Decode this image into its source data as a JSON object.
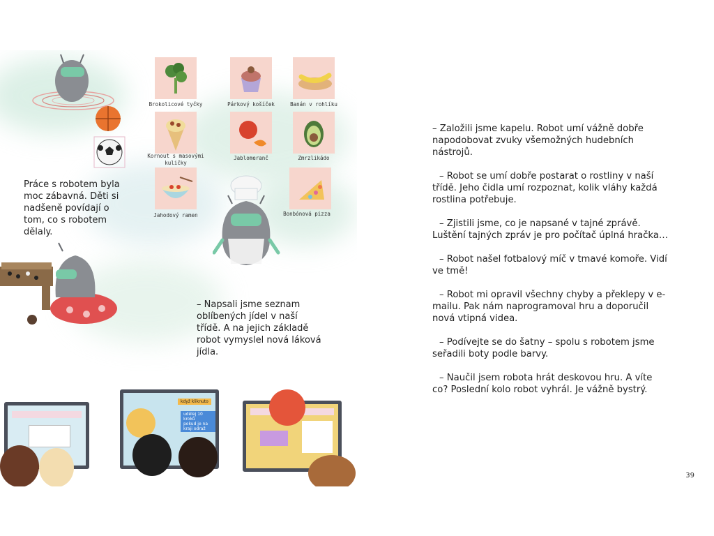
{
  "left": {
    "foods": [
      {
        "label": "Brokolicové tyčky",
        "icon": "broccoli-icon"
      },
      {
        "label": "Párkový košíček",
        "icon": "cupcake-icon"
      },
      {
        "label": "Banán v rohlíku",
        "icon": "banana-bun-icon"
      },
      {
        "label": "Kornout s masovými kuličky",
        "icon": "spaghetti-cone-icon"
      },
      {
        "label": "Jablomeranč",
        "icon": "apple-orange-icon"
      },
      {
        "label": "Zmrzlikádo",
        "icon": "avocado-icon"
      },
      {
        "label": "Jahodový ramen",
        "icon": "ramen-icon"
      },
      {
        "label": "Bonbónová pizza",
        "icon": "pizza-icon"
      }
    ],
    "intro_text": "Práce s robotem byla moc zábavná. Děti si nadšeně povídají o tom, co s robotem dělaly.",
    "menu_text": "– Napsali jsme seznam oblíbených jídel v naší třídě. A na jejich základě robot vymyslel nová láková jídla.",
    "screen_labels": {
      "middle_title": "když",
      "middle_flag": "kliknuto",
      "block1": "udělej 10 kroků",
      "block2": "pokud je na kraji odraž"
    }
  },
  "right": {
    "paragraphs": [
      "– Založili jsme kapelu. Robot umí vážně dobře napodobovat zvuky všemožných hudebních nástrojů.",
      "– Robot se umí dobře postarat o rostliny v naší třídě. Jeho čidla umí rozpoznat, kolik vláhy každá rostlina potřebuje.",
      "– Zjistili jsme, co je napsané v tajné zprávě. Luštění tajných zpráv je pro počítač úplná hračka…",
      "– Robot našel fotbalový míč v tmavé komoře. Vidí ve tmě!",
      "– Robot mi opravil všechny chyby a překlepy v e-mailu. Pak nám naprogramoval hru a doporučil nová vtipná videa.",
      "– Podívejte se do šatny – spolu s robotem jsme seřadili boty podle barvy.",
      "– Naučil jsem robota hrát deskovou hru. A víte co? Poslední kolo robot vyhrál. Je vážně bystrý."
    ],
    "page_number": "39"
  },
  "colors": {
    "tile": "#f7d6cd",
    "wash_green": "#b8e0cf",
    "wash_blue": "#cfe3ea",
    "robot_gray": "#8a8d92",
    "robot_face": "#79c9a7",
    "screen_frame": "#4a4f5a"
  }
}
